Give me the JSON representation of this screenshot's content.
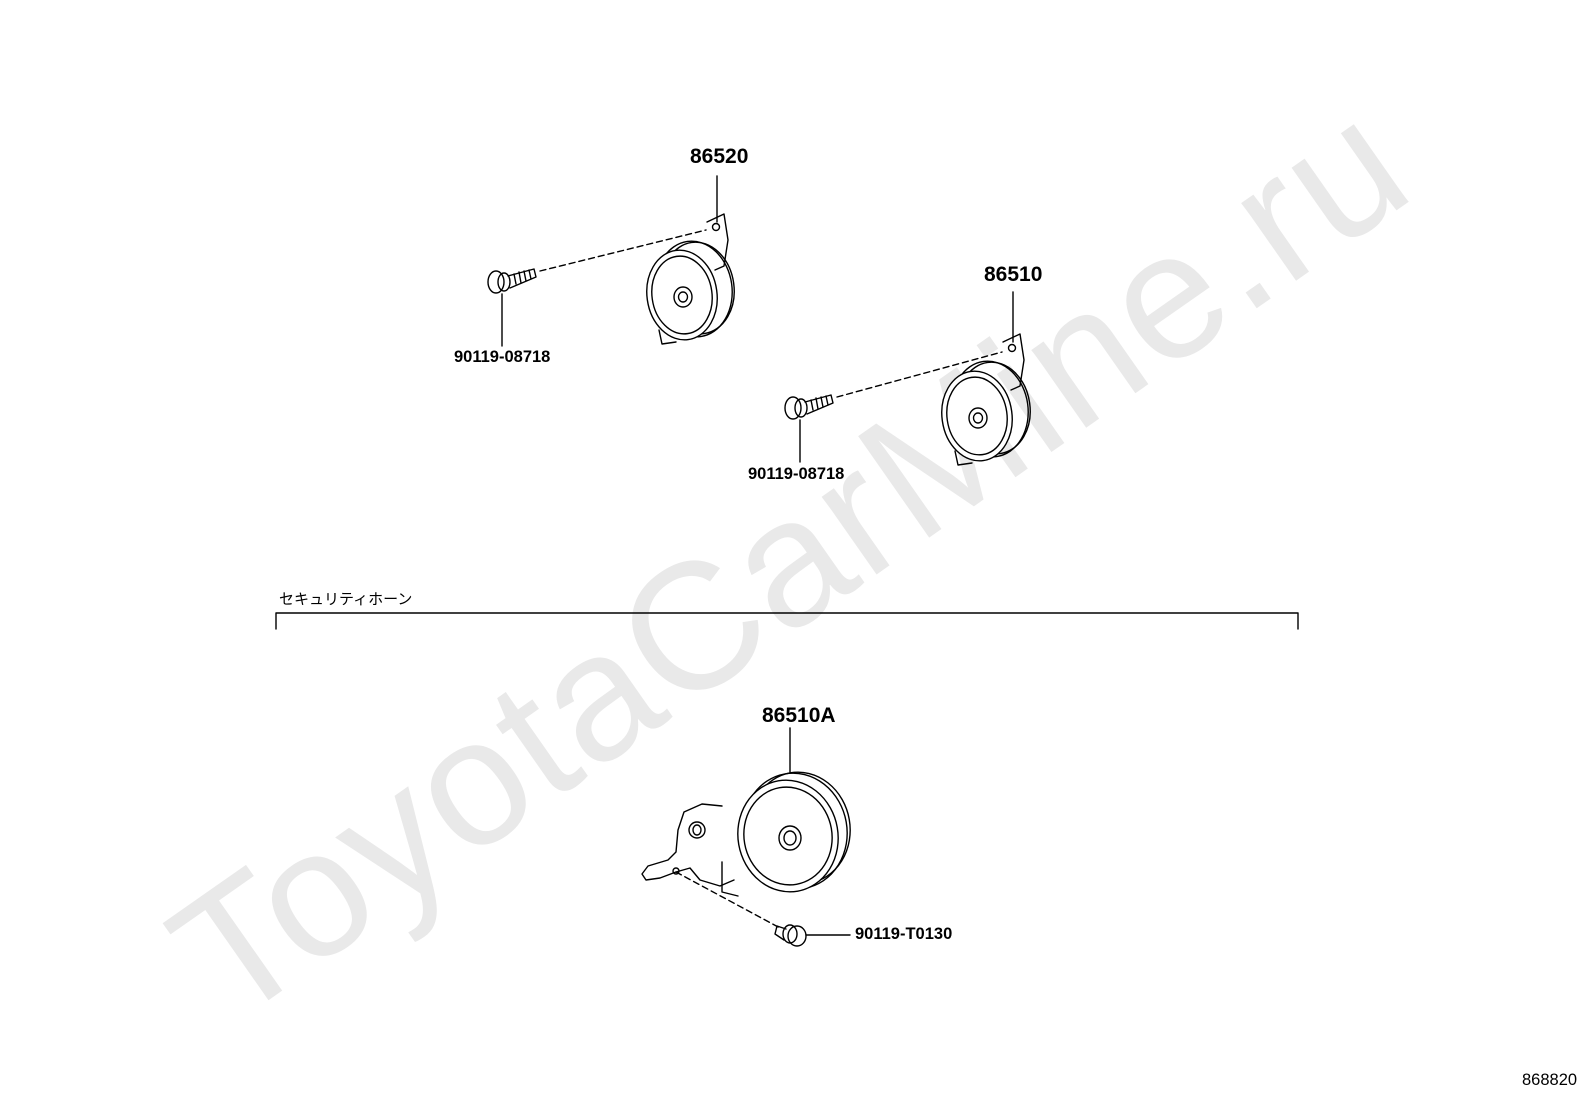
{
  "watermark": "ToyotaCarMine.ru",
  "labels": {
    "horn_high": "86520",
    "horn_low": "86510",
    "bolt_high": "90119-08718",
    "bolt_low": "90119-08718",
    "section_title": "セキュリティホーン",
    "security_horn": "86510A",
    "security_bolt": "90119-T0130",
    "figure_id": "868820"
  },
  "colors": {
    "line": "#000000",
    "watermark": "#e9e9e9",
    "background": "#ffffff"
  }
}
